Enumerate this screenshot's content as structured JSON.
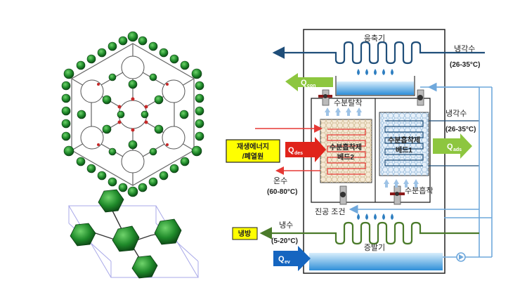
{
  "labels": {
    "condenser": "응축기",
    "cooling_water_top": "냉각수",
    "cooling_water_top_temp": "(26-35°C)",
    "q_con": "Q",
    "q_con_sub": "con",
    "desorption_valve": "수분탈착",
    "cooling_water_mid": "냉각수",
    "cooling_water_mid_temp": "(26-35°C)",
    "renewable_line1": "재생에너지",
    "renewable_line2": "/폐열원",
    "q_des": "Q",
    "q_des_sub": "des",
    "bed2_line1": "수분흡착제",
    "bed2_line2": "베드2",
    "bed1_line1": "수분흡착제",
    "bed1_line2": "베드1",
    "q_ads": "Q",
    "q_ads_sub": "ads",
    "hot_water": "온수",
    "hot_water_temp": "(60-80°C)",
    "adsorption_valve": "수분흡착",
    "vacuum": "진공 조건",
    "cooling_output": "냉방",
    "chilled_water": "냉수",
    "chilled_water_temp": "(5-20°C)",
    "evaporator": "증발기",
    "q_ev": "Q",
    "q_ev_sub": "ev"
  },
  "colors": {
    "condenser_coil": "#1f4e79",
    "evaporator_coil": "#4a7a2a",
    "hot_line": "#e53935",
    "cold_line": "#6fa8dc",
    "green_arrow": "#8dc63f",
    "red_arrow": "#e0241b",
    "blue_arrow": "#1565c0",
    "label_yellow": "#ffff00"
  }
}
